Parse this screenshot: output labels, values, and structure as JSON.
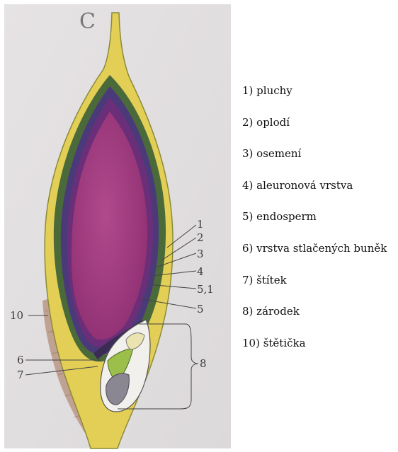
{
  "figure": {
    "panel_letter": "C",
    "callouts": [
      "1",
      "2",
      "3",
      "4",
      "5,1",
      "5",
      "6",
      "7",
      "8",
      "10"
    ]
  },
  "legend": [
    "1) pluchy",
    "2) oplodí",
    "3) osemení",
    "4) aleuronová vrstva",
    "5) endosperm",
    "6) vrstva stlačených buněk",
    "7) štítek",
    "8) zárodek",
    "10) štětička"
  ]
}
